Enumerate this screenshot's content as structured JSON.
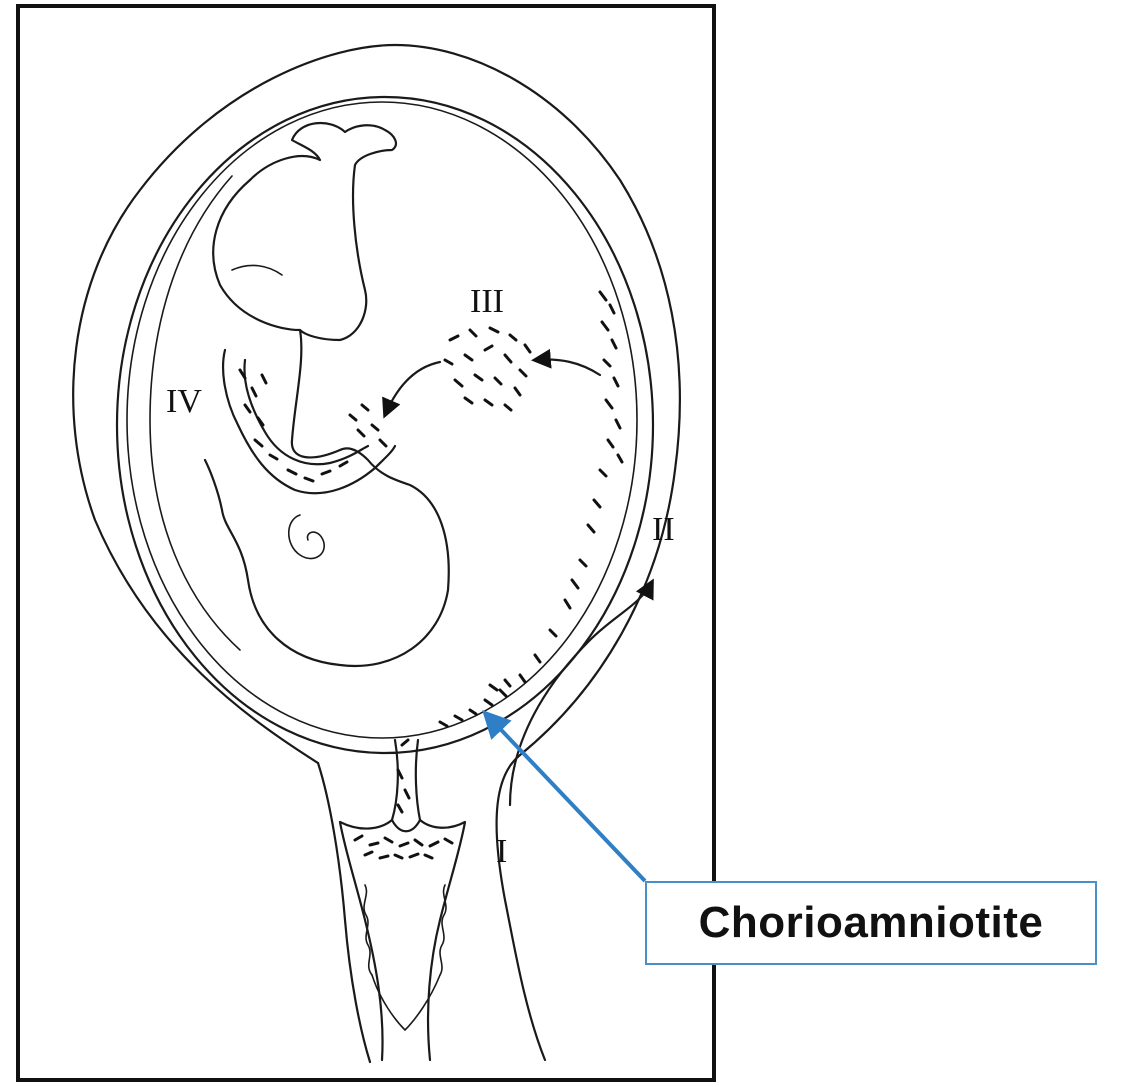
{
  "labels": {
    "stage_1": "I",
    "stage_2": "II",
    "stage_3": "III",
    "stage_4": "IV"
  },
  "callout": {
    "text": "Chorioamniotite"
  },
  "colors": {
    "ink": "#1a1a1a",
    "callout_border": "#4a90c8",
    "callout_arrow": "#2f7fc6",
    "frame": "#111111"
  }
}
